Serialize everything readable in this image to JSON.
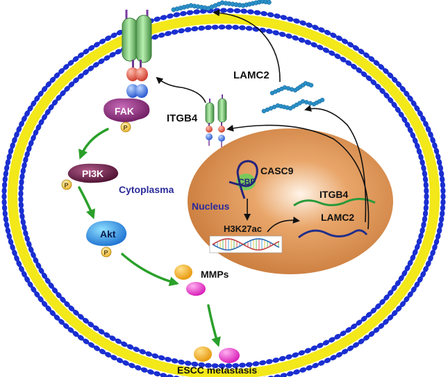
{
  "labels": {
    "lamc2_top": "LAMC2",
    "itgb4_membrane": "ITGB4",
    "fak": "FAK",
    "pi3k": "PI3K",
    "akt": "Akt",
    "phospho": "P",
    "cytoplasma": "Cytoplasma",
    "nucleus": "Nucleus",
    "casc9": "CASC9",
    "cbp": "CBP",
    "h3k27ac": "H3K27ac",
    "itgb4_gene": "ITGB4",
    "lamc2_gene": "LAMC2",
    "mmps": "MMPs",
    "escc_metastasis": "ESCC metastasis"
  },
  "colors": {
    "membrane_head": "#1a2fd0",
    "membrane_tail": "#f2e600",
    "nucleus": "#c97b3f",
    "laminin": "#2a8fc7",
    "signal_arrow": "#2aa02a",
    "cytoplasma_text": "#2b2b9a",
    "itgb4_strand": "#2a9a3a",
    "lamc2_strand": "#1f2f8a"
  }
}
